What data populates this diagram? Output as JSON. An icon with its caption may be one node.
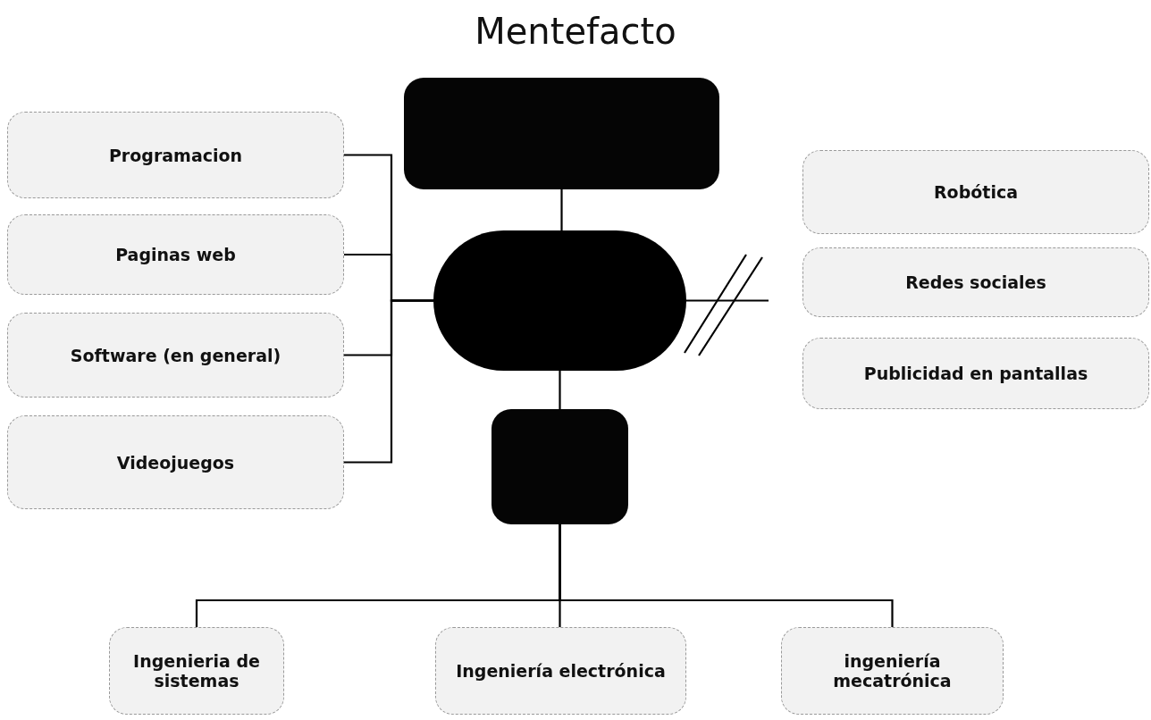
{
  "diagram": {
    "title": "Mentefacto",
    "nodes": [
      {
        "text": [],
        "shape": "box"
      },
      {
        "text": [],
        "shape": "oval"
      },
      {
        "text": [],
        "shape": "box"
      },
      {
        "text": [
          "Programacion"
        ]
      },
      {
        "text": [
          "Paginas web"
        ]
      },
      {
        "text": [
          "Software (en general)"
        ]
      },
      {
        "text": [
          "Videojuegos"
        ]
      },
      {
        "text": [
          "Robótica"
        ]
      },
      {
        "text": [
          "Redes sociales"
        ]
      },
      {
        "text": [
          "Publicidad en pantallas"
        ]
      },
      {
        "text": [
          "Ingenieria de sistemas"
        ]
      },
      {
        "text": [
          "Ingeniería electrónica"
        ]
      },
      {
        "text": [
          "ingeniería mecatrónica"
        ]
      }
    ],
    "edges": [
      {
        "from": 0,
        "to": 1,
        "arrow": "none"
      },
      {
        "from": 1,
        "to": 2,
        "arrow": "none"
      },
      {
        "from": 3,
        "to": 1,
        "arrow": "none"
      },
      {
        "from": 4,
        "to": 1,
        "arrow": "none"
      },
      {
        "from": 5,
        "to": 1,
        "arrow": "none"
      },
      {
        "from": 6,
        "to": 1,
        "arrow": "none"
      },
      {
        "from": 1,
        "to": null,
        "arrow": "none"
      },
      {
        "from": 2,
        "to": 10,
        "arrow": "none"
      },
      {
        "from": 2,
        "to": 11,
        "arrow": "none"
      },
      {
        "from": 2,
        "to": 12,
        "arrow": "none"
      }
    ]
  }
}
